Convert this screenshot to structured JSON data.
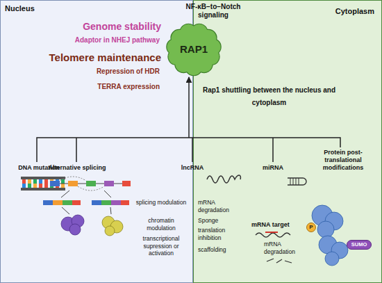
{
  "diagram": {
    "nodes": [
      {
        "text": [
          "Nucleus"
        ]
      },
      {
        "text": [
          "Cytoplasm"
        ]
      },
      {
        "text": [
          "RAP1"
        ]
      },
      {
        "text": [
          "P"
        ],
        "in": 1
      },
      {
        "text": [
          "SUMO"
        ],
        "in": 1
      }
    ],
    "labels": [
      "NF-κB−to−Notch signaling",
      "Genome stability",
      "Adaptor in NHEJ pathway",
      "Telomere maintenance",
      "Repression of HDR",
      "TERRA expression",
      "Rap1 shuttling between the nucleus and cytoplasm",
      "DNA mutation",
      "Alternative splicing",
      "lncRNA",
      "miRNA",
      "Protein post-translational modifications",
      "splicing modulation",
      "chromatin modulation",
      "transcriptional supression or activation",
      "mRNA degradation",
      "Sponge",
      "translation inhibition",
      "scaffolding",
      "mRNA target",
      "mRNA degradation"
    ]
  }
}
